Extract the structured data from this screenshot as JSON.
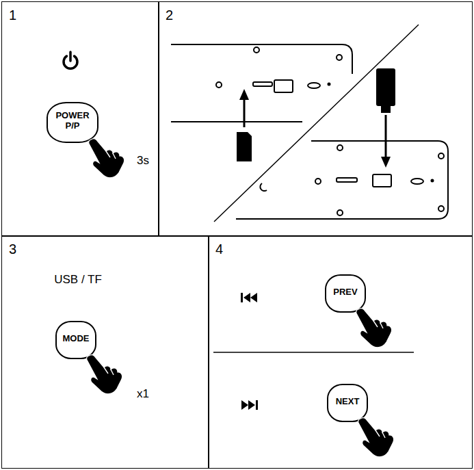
{
  "diagram": {
    "nodes": [
      {
        "text": [
          "1"
        ]
      },
      {
        "text": [
          "POWER P/P"
        ],
        "in": 0
      },
      {
        "text": [
          "2"
        ]
      },
      {
        "text": [
          "3"
        ]
      },
      {
        "text": [
          "MODE"
        ],
        "in": 3
      },
      {
        "text": [
          "4"
        ]
      },
      {
        "text": [
          "PREV"
        ],
        "in": 5
      },
      {
        "text": [
          "NEXT"
        ],
        "in": 5
      }
    ],
    "labels": [
      "3s",
      "USB / TF",
      "x1"
    ]
  }
}
